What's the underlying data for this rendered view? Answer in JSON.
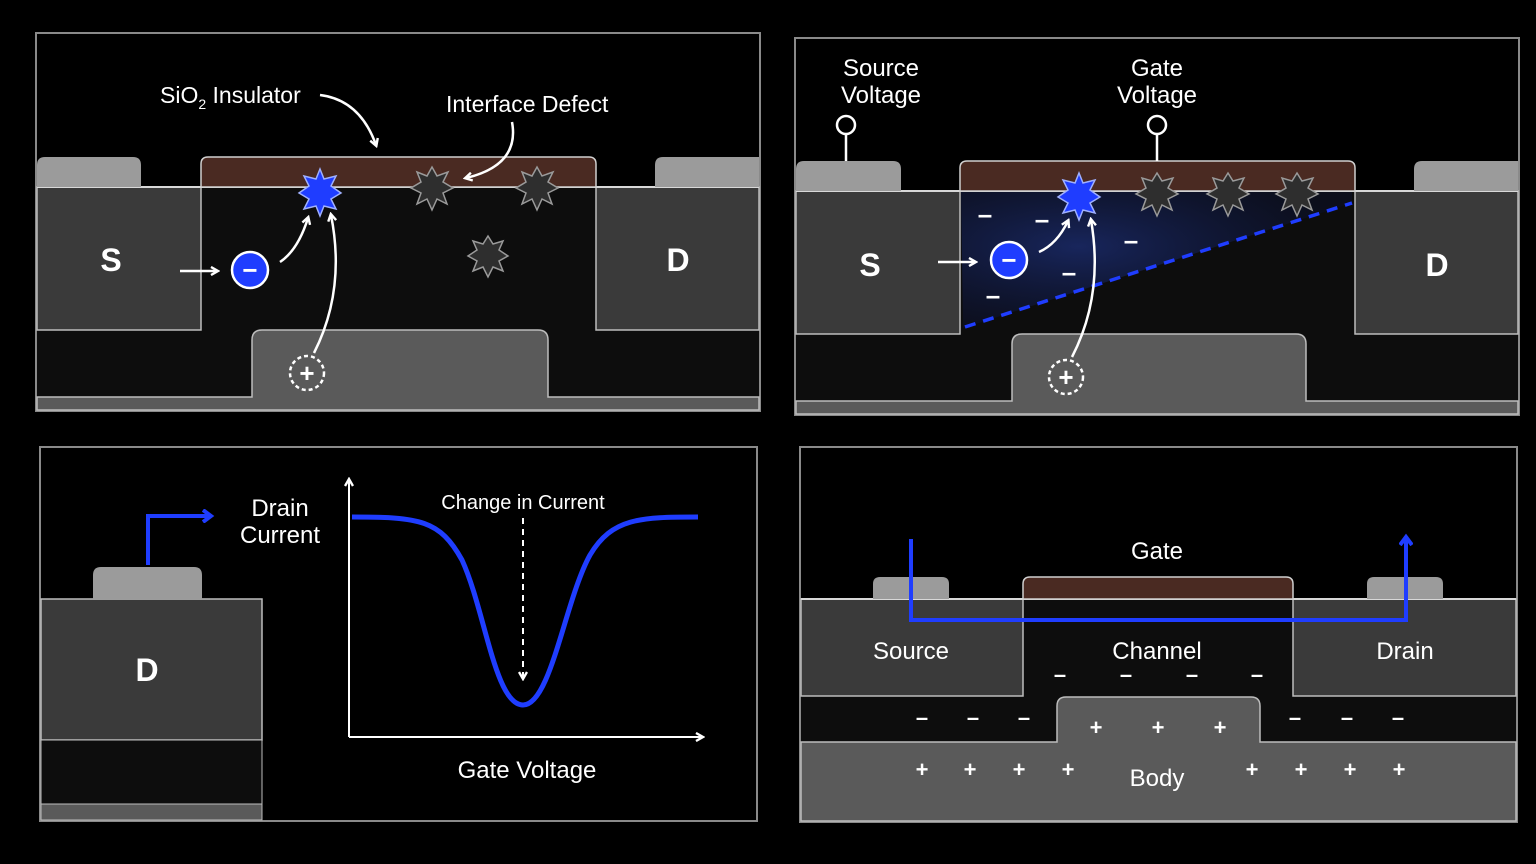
{
  "colors": {
    "background": "#000000",
    "panel_border": "#8a8a8a",
    "terminal_fill": "#9b9b9b",
    "substrate_fill": "#3a3a3a",
    "gate_oxide": "#4a2a22",
    "accent_blue": "#1f3dff",
    "defect_fill": "#2e2e2e"
  },
  "panel1": {
    "insulator_label_prefix": "SiO",
    "insulator_label_sub": "2",
    "insulator_label_suffix": " Insulator",
    "defect_label": "Interface Defect",
    "source_label": "S",
    "drain_label": "D",
    "electron_symbol": "−",
    "hole_symbol": "+"
  },
  "panel2": {
    "source_voltage_line1": "Source",
    "source_voltage_line2": "Voltage",
    "gate_voltage_line1": "Gate",
    "gate_voltage_line2": "Voltage",
    "source_label": "S",
    "drain_label": "D",
    "electron_symbol": "−",
    "hole_symbol": "+",
    "minus_sign": "–"
  },
  "panel3": {
    "drain_current_line1": "Drain",
    "drain_current_line2": "Current",
    "drain_label": "D",
    "change_label": "Change in Current",
    "x_axis_label": "Gate Voltage"
  },
  "panel4": {
    "gate_label": "Gate",
    "source_label": "Source",
    "channel_label": "Channel",
    "drain_label": "Drain",
    "body_label": "Body",
    "minus_sign": "–",
    "plus_sign": "+"
  },
  "icons": [
    "arrow-icon",
    "electron-icon",
    "hole-icon",
    "defect-star-icon",
    "terminal-icon"
  ]
}
